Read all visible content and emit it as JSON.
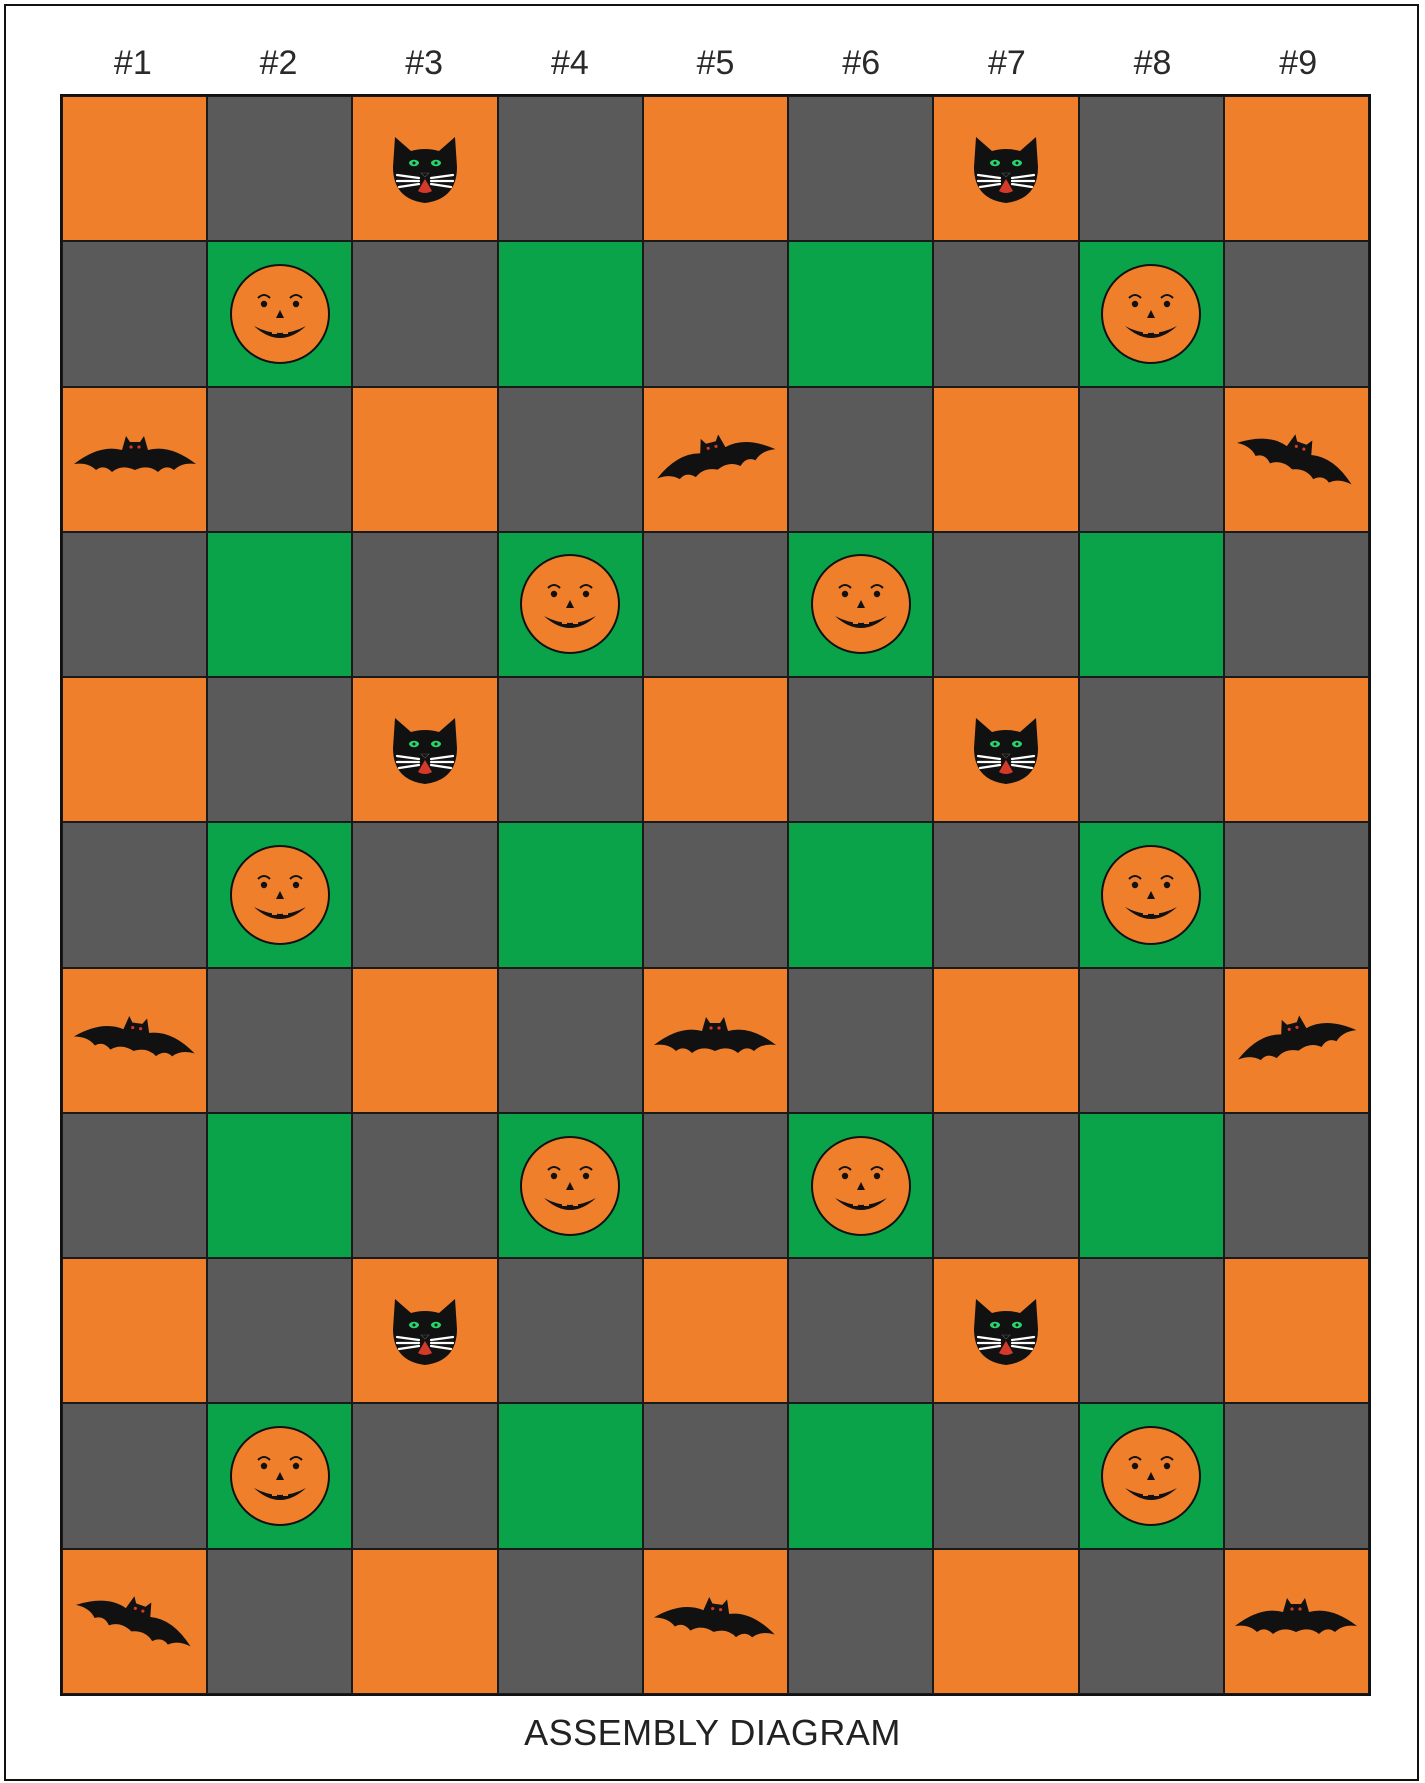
{
  "columns": [
    "#1",
    "#2",
    "#3",
    "#4",
    "#5",
    "#6",
    "#7",
    "#8",
    "#9"
  ],
  "caption": "ASSEMBLY DIAGRAM",
  "colors": {
    "orange": "#f07f2c",
    "gray": "#5a5a5a",
    "green": "#0aa34a",
    "black": "#111111"
  },
  "block_types": {
    "O": {
      "fill": "orange"
    },
    "G": {
      "fill": "gray"
    },
    "N": {
      "fill": "green"
    },
    "C": {
      "fill": "orange",
      "motif": "cat-face-icon"
    },
    "P": {
      "fill": "green",
      "motif": "pumpkin-icon"
    },
    "B": {
      "fill": "orange",
      "motif": "bat-icon"
    }
  },
  "layout": [
    [
      "O",
      "G",
      "C",
      "G",
      "O",
      "G",
      "C",
      "G",
      "O"
    ],
    [
      "G",
      "P",
      "G",
      "N",
      "G",
      "N",
      "G",
      "P",
      "G"
    ],
    [
      "B",
      "G",
      "O",
      "G",
      "B",
      "G",
      "O",
      "G",
      "B"
    ],
    [
      "G",
      "N",
      "G",
      "P",
      "G",
      "P",
      "G",
      "N",
      "G"
    ],
    [
      "O",
      "G",
      "C",
      "G",
      "O",
      "G",
      "C",
      "G",
      "O"
    ],
    [
      "G",
      "P",
      "G",
      "N",
      "G",
      "N",
      "G",
      "P",
      "G"
    ],
    [
      "B",
      "G",
      "O",
      "G",
      "B",
      "G",
      "O",
      "G",
      "B"
    ],
    [
      "G",
      "N",
      "G",
      "P",
      "G",
      "P",
      "G",
      "N",
      "G"
    ],
    [
      "O",
      "G",
      "C",
      "G",
      "O",
      "G",
      "C",
      "G",
      "O"
    ],
    [
      "G",
      "P",
      "G",
      "N",
      "G",
      "N",
      "G",
      "P",
      "G"
    ],
    [
      "B",
      "G",
      "O",
      "G",
      "B",
      "G",
      "O",
      "G",
      "B"
    ]
  ]
}
